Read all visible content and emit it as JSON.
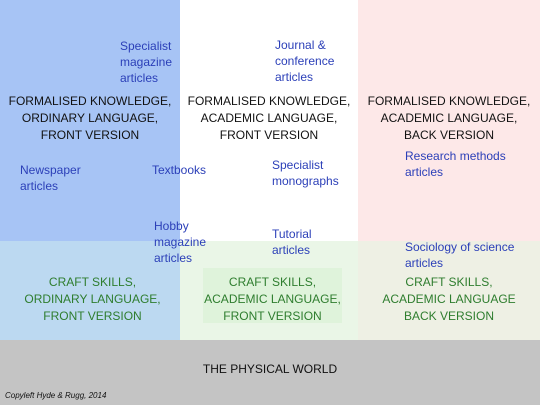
{
  "colors": {
    "blue_zone": "#a7c4f5",
    "white_zone": "#ffffff",
    "pink_zone": "#fde8e8",
    "craft_blue_zone": "#bcd9f1",
    "craft_green_zone": "#eaf6e7",
    "craft_green_inner": "#dff3db",
    "craft_beige_zone": "#eef0e4",
    "physical_zone": "#c4c4c4",
    "source_text": "#2b3fb8",
    "craft_text": "#2e7d2e",
    "region_text": "#111111"
  },
  "regions": {
    "formal_ordinary_front": "FORMALISED KNOWLEDGE,\nORDINARY LANGUAGE,\nFRONT VERSION",
    "formal_academic_front": "FORMALISED KNOWLEDGE,\nACADEMIC LANGUAGE,\nFRONT VERSION",
    "formal_academic_back": "FORMALISED KNOWLEDGE,\nACADEMIC LANGUAGE,\nBACK VERSION",
    "craft_ordinary_front": "CRAFT SKILLS,\nORDINARY LANGUAGE,\nFRONT VERSION",
    "craft_academic_front": "CRAFT SKILLS,\nACADEMIC LANGUAGE,\nFRONT VERSION",
    "craft_academic_back": "CRAFT SKILLS,\nACADEMIC LANGUAGE\nBACK VERSION",
    "physical_world": "THE PHYSICAL WORLD"
  },
  "sources": {
    "specialist_magazine": "Specialist\nmagazine\narticles",
    "journal_conference": "Journal &\nconference\narticles",
    "newspaper": "Newspaper\narticles",
    "textbooks": "Textbooks",
    "specialist_monographs": "Specialist\nmonographs",
    "research_methods": "Research methods\narticles",
    "hobby_magazine": "Hobby\nmagazine\narticles",
    "tutorial": "Tutorial\narticles",
    "sociology_of_science": "Sociology of science\narticles"
  },
  "copyright": "Copyleft Hyde & Rugg, 2014"
}
